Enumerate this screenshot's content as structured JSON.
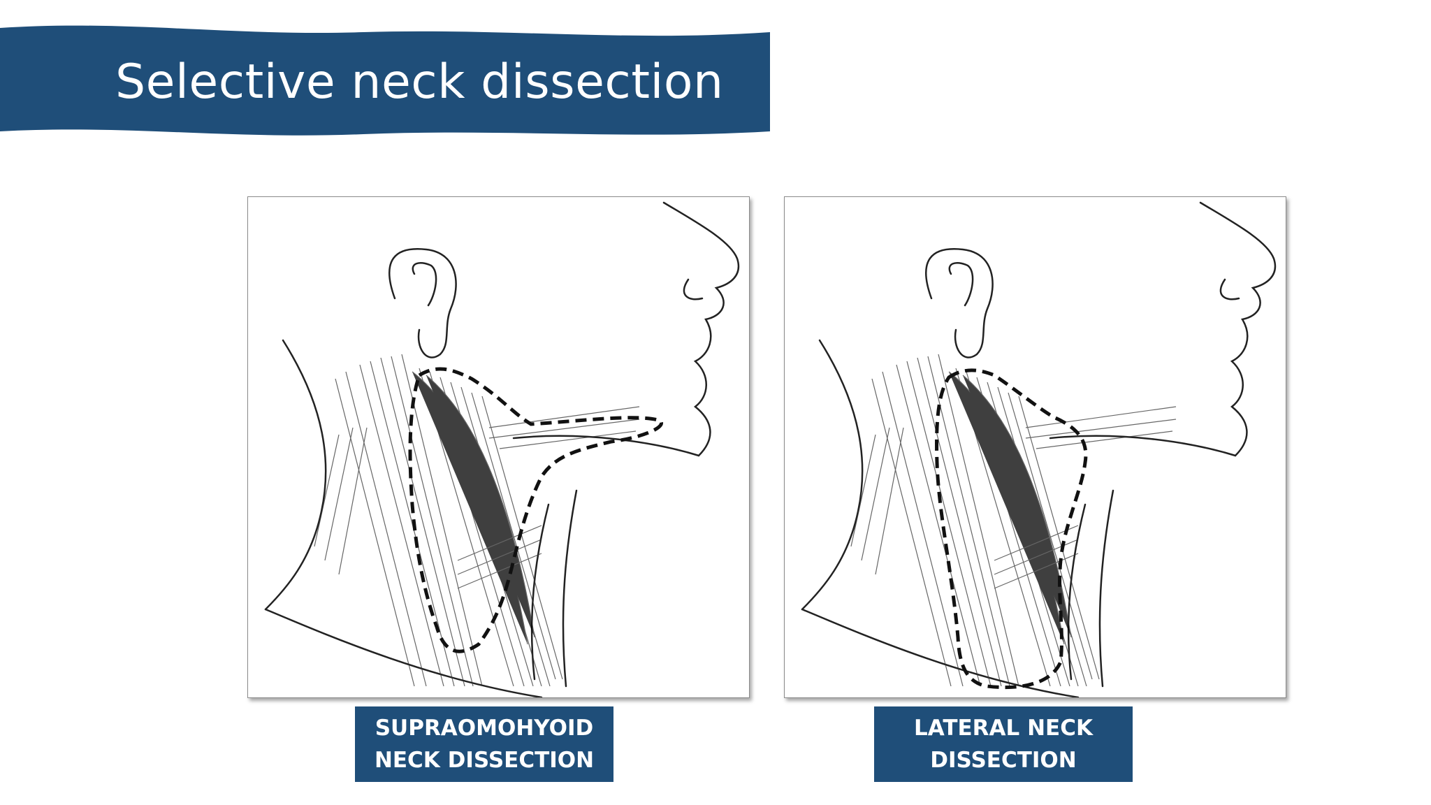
{
  "slide": {
    "title": "Selective neck dissection",
    "accent_color": "#1f4e79"
  },
  "figures": [
    {
      "illustration": "neck-anatomy-supraomohyoid",
      "caption_line1": "SUPRAOMOHYOID",
      "caption_line2": "NECK DISSECTION"
    },
    {
      "illustration": "neck-anatomy-lateral",
      "caption_line1": "LATERAL NECK",
      "caption_line2": "DISSECTION"
    }
  ]
}
